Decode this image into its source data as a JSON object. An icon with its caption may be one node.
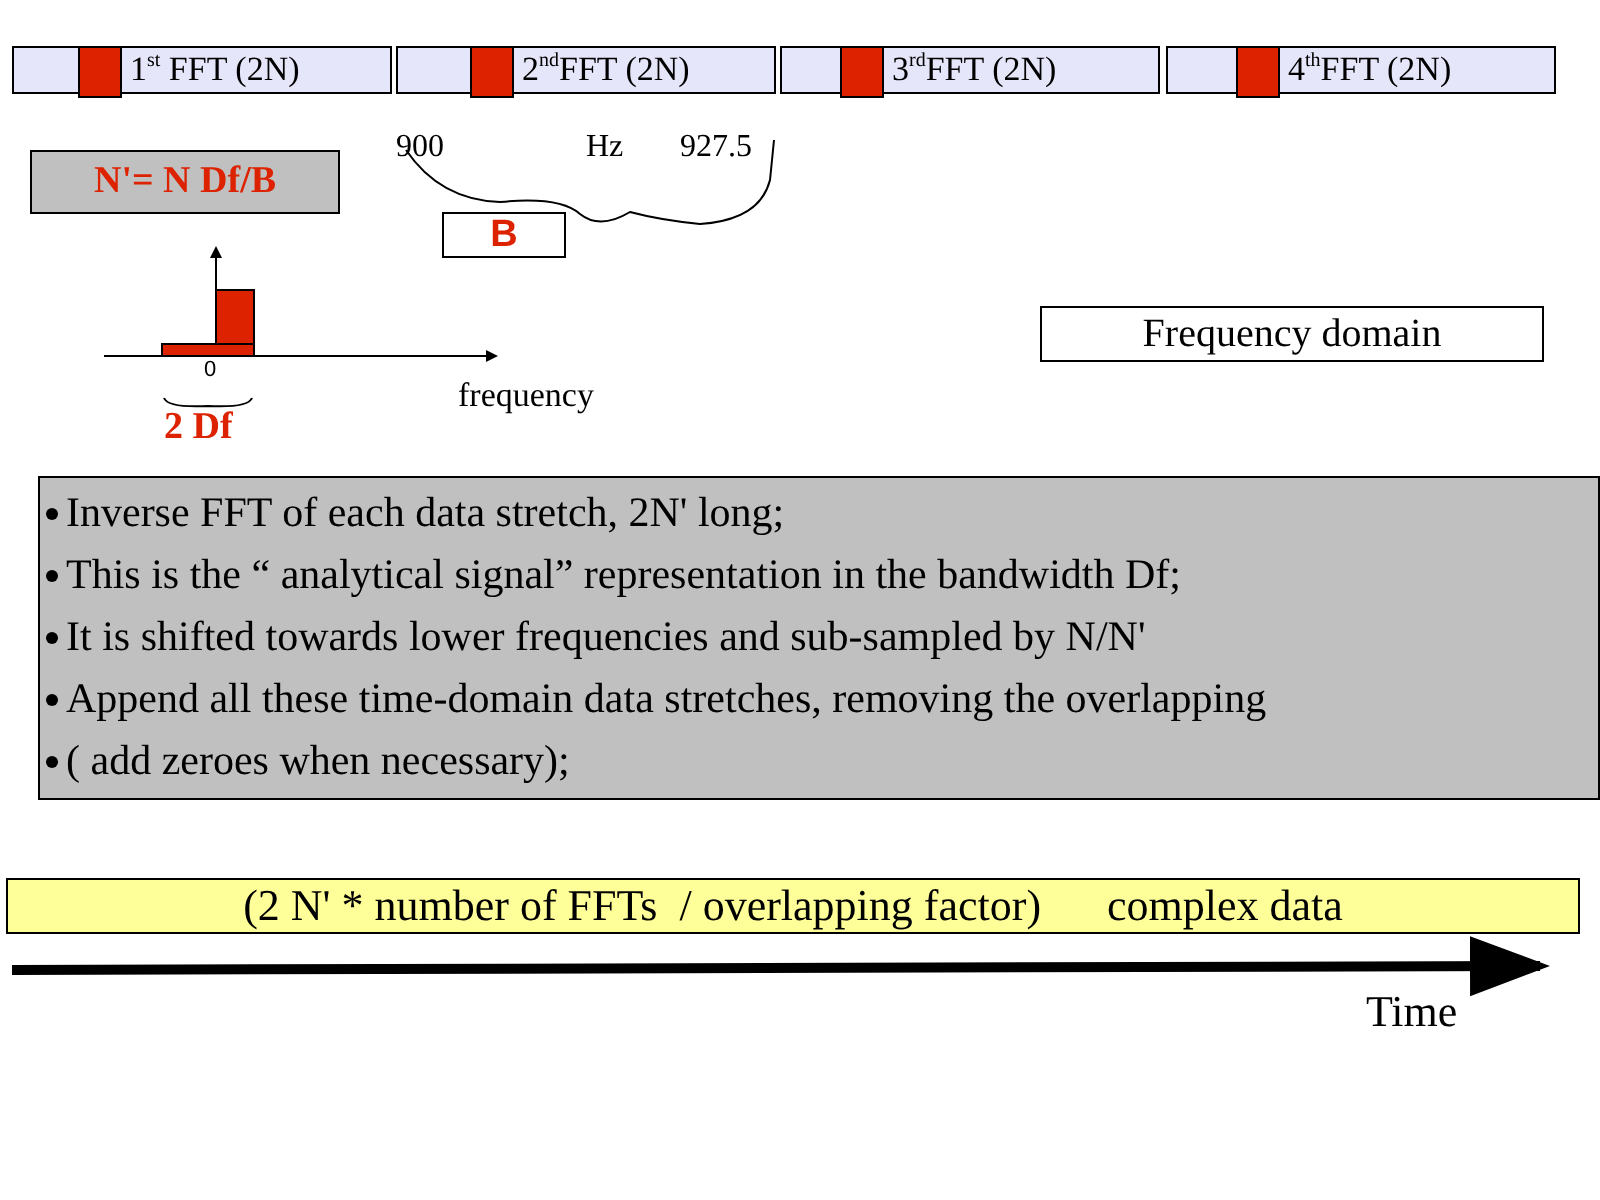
{
  "diagram": {
    "nodes": [
      {
        "text": [
          "1$^{st}$  FFT  (2N)"
        ]
      },
      {
        "text": [
          "2$^{nd}$FFT  (2N)"
        ]
      },
      {
        "text": [
          "3$^{rd}$FFT  (2N)"
        ]
      },
      {
        "text": [
          "4$^{th}$FFT  (2N)"
        ]
      },
      {
        "text": [
          "N'= N  Df/B"
        ]
      },
      {
        "text": [
          "B"
        ]
      },
      {
        "text": [
          "Frequency domain"
        ]
      },
      {
        "text": [
          "Inverse FFT of each data stretch, 2N' long;",
          "This is the “  analytical signal” representation in the bandwidth Df;",
          "It is shifted towards lower frequencies and sub-sampled by  N/N'",
          "Append all these time-domain data stretches, removing the  overlapping",
          "( add zeroes when necessary);"
        ]
      },
      {
        "text": [
          "(2 N' * number of FFTs  / overlapping factor)      complex data"
        ]
      }
    ],
    "labels": [
      "900",
      "Hz",
      "927.5",
      "0",
      "frequency",
      "2 Df",
      "Time"
    ]
  }
}
